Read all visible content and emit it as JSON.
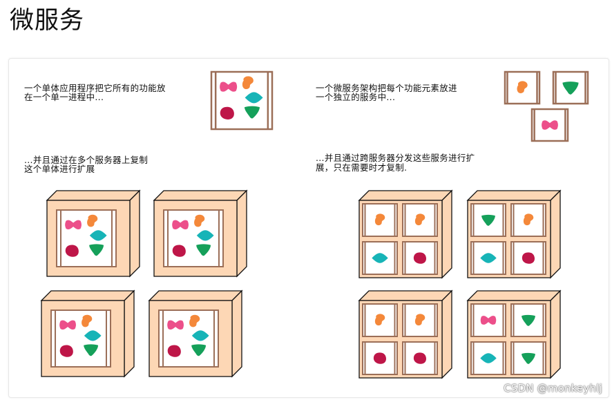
{
  "page": {
    "title": "微服务"
  },
  "captions": {
    "monolith_line1": "一个单体应用程序把它所有的功能放",
    "monolith_line2": "在一个单一进程中...",
    "micro_line1": "一个微服务架构把每个功能元素放进",
    "micro_line2": "一个独立的服务中...",
    "monolith_scale_line1": "...并且通过在多个服务器上复制",
    "monolith_scale_line2": "这个单体进行扩展",
    "micro_scale_line1": "...并且通过跨服务器分发这些服务进行扩",
    "micro_scale_line2": "展，只在需要时才复制."
  },
  "colors": {
    "pink": "#ec4f8a",
    "orange": "#f4883a",
    "teal": "#17b4b7",
    "crimson": "#be1648",
    "green": "#15a05a",
    "frame": "#9b6e57",
    "box_face": "#fdd7b5"
  },
  "icons": {
    "pink_shape": "bow-shape-icon",
    "orange_shape": "blob-shape-icon",
    "teal_shape": "diamond-shape-icon",
    "crimson_shape": "circle-shape-icon",
    "green_shape": "triangle-shape-icon"
  },
  "watermark": "CSDN @monkeyhlj"
}
